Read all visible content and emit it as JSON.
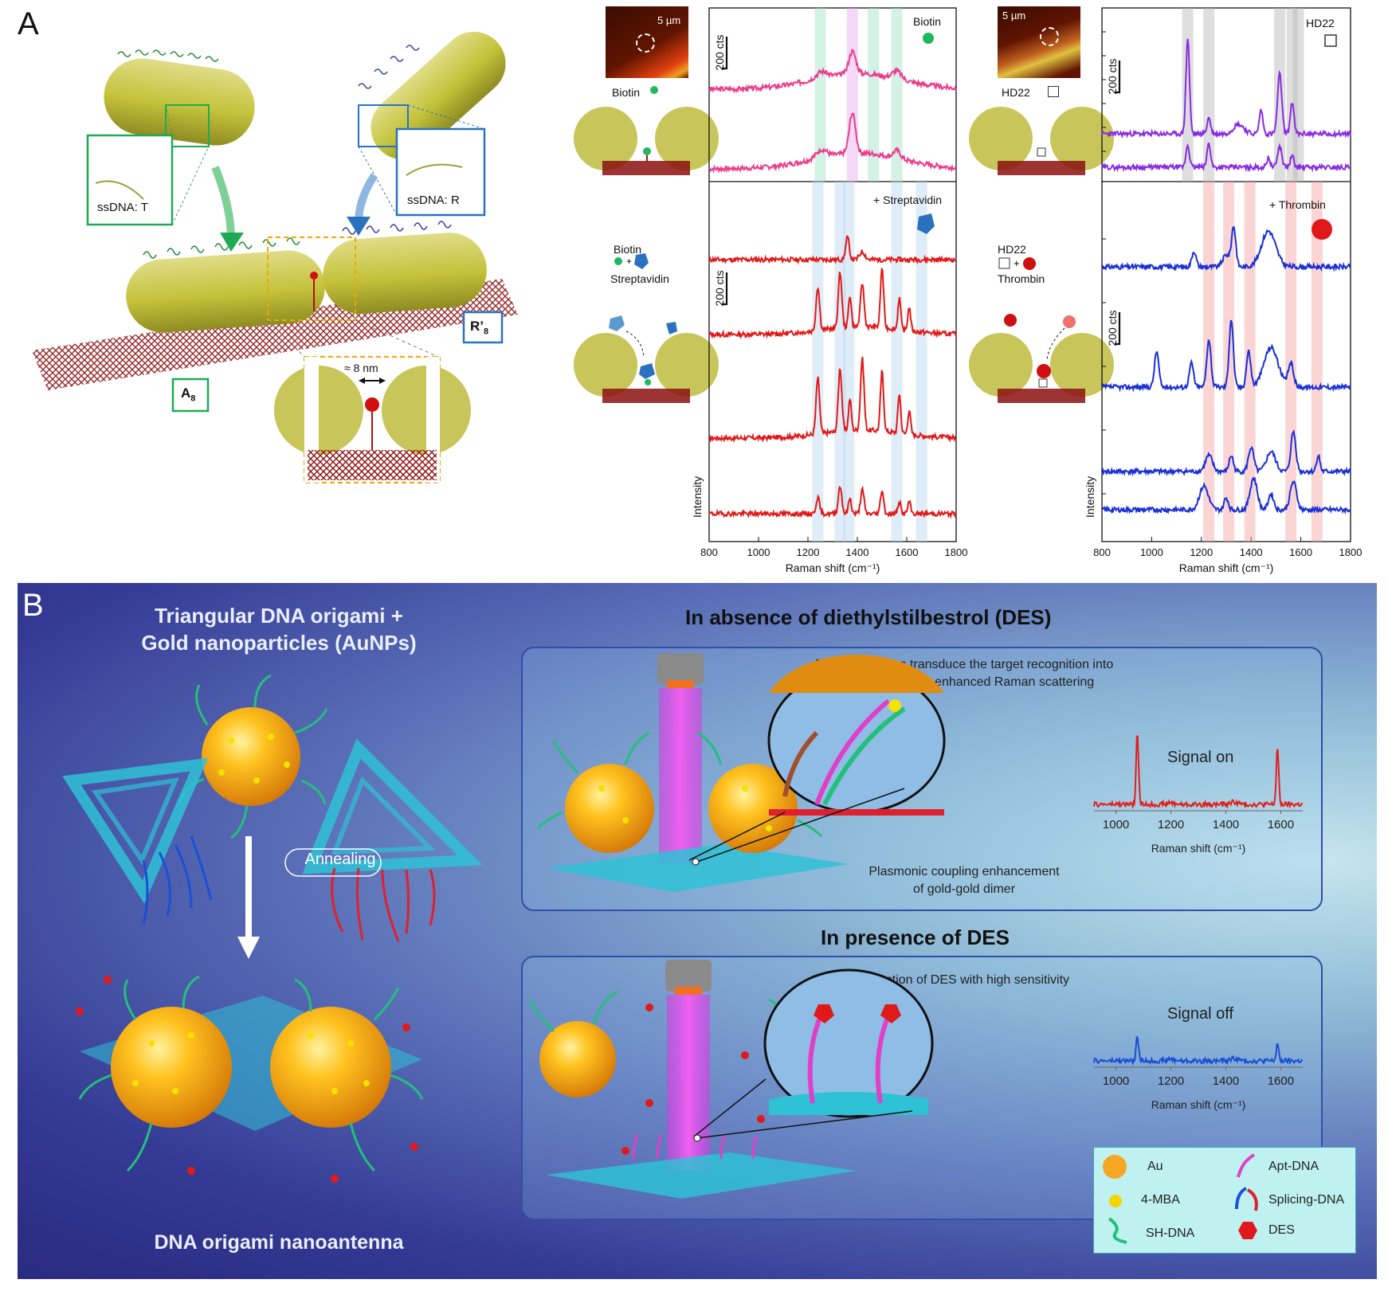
{
  "panelA": {
    "letter": "A",
    "schematic": {
      "ssdna_t": "ssDNA: T",
      "ssdna_r": "ssDNA: R",
      "a8": "A",
      "a8_sub": "8",
      "r8": "R’",
      "r8_sub": "8",
      "gap": "≈ 8 nm"
    },
    "biotin_column": {
      "scale_bar": "5 µm",
      "label_top": "Biotin",
      "label_bottom_1": "Biotin",
      "label_bottom_2": "Streptavidin"
    },
    "hd22_column": {
      "scale_bar": "5 µm",
      "label_top": "HD22",
      "label_bottom_1": "HD22",
      "label_bottom_2": "Thrombin"
    }
  },
  "chart_data": [
    {
      "type": "line",
      "title": "",
      "xlabel": "Raman shift (cm⁻¹)",
      "ylabel": "Intensity",
      "xlim": [
        800,
        1800
      ],
      "x_ticks": [
        "800",
        "1000",
        "1200",
        "1400",
        "1600",
        "1800"
      ],
      "top_legend": "Biotin",
      "bottom_legend": "+ Streptavidin",
      "scale_label": "200 cts",
      "highlight_top_green": [
        1250,
        1465,
        1560
      ],
      "highlight_top_violet": [
        1380
      ],
      "highlight_bottom_blue": [
        1240,
        1330,
        1365,
        1560,
        1660
      ]
    },
    {
      "type": "line",
      "title": "",
      "xlabel": "Raman shift (cm⁻¹)",
      "ylabel": "Intensity",
      "xlim": [
        800,
        1800
      ],
      "x_ticks": [
        "800",
        "1000",
        "1200",
        "1400",
        "1600",
        "1800"
      ],
      "top_legend": "HD22",
      "bottom_legend": "+ Thrombin",
      "scale_label": "200 cts",
      "highlight_top_grey": [
        1145,
        1230,
        1515,
        1565,
        1590
      ],
      "highlight_bottom_red": [
        1230,
        1310,
        1395,
        1560,
        1665
      ]
    },
    {
      "type": "line",
      "title": "",
      "xlabel": "Raman shift (cm⁻¹)",
      "x_ticks": [
        "1000",
        "1200",
        "1400",
        "1600"
      ],
      "series": [
        {
          "name": "Signal on",
          "peaks": [
            1078,
            1588
          ]
        }
      ]
    },
    {
      "type": "line",
      "title": "",
      "xlabel": "Raman shift (cm⁻¹)",
      "x_ticks": [
        "1000",
        "1200",
        "1400",
        "1600"
      ],
      "series": [
        {
          "name": "Signal off",
          "peaks": [
            1078,
            1588
          ]
        }
      ]
    }
  ],
  "panelB": {
    "letter": "B",
    "left_title_1": "Triangular DNA origami +",
    "left_title_2": "Gold nanoparticles (AuNPs)",
    "annealing": "Annealing",
    "left_bottom": "DNA origami nanoantenna",
    "absence_title": "In absence of diethylstilbestrol (DES)",
    "absence_desc_1": "DNA biosensors transduce the target recognition into",
    "absence_desc_2": "amplified surface-enhanced Raman scattering",
    "absence_note_1": "Plasmonic coupling enhancement",
    "absence_note_2": "of gold-gold dimer",
    "signal_on": "Signal on",
    "presence_title": "In presence of DES",
    "presence_desc": "Detection of DES with high sensitivity",
    "signal_off": "Signal off",
    "legend": {
      "au": "Au",
      "mba": "4-MBA",
      "sh": "SH-DNA",
      "apt": "Apt-DNA",
      "splicing": "Splicing-DNA",
      "des": "DES"
    },
    "colors": {
      "gold": "#f5a623",
      "cyan_dna": "#2fc1d6",
      "magenta": "#e040c8",
      "red_spectrum": "#e02020",
      "blue_spectrum": "#1a4fd6"
    }
  }
}
